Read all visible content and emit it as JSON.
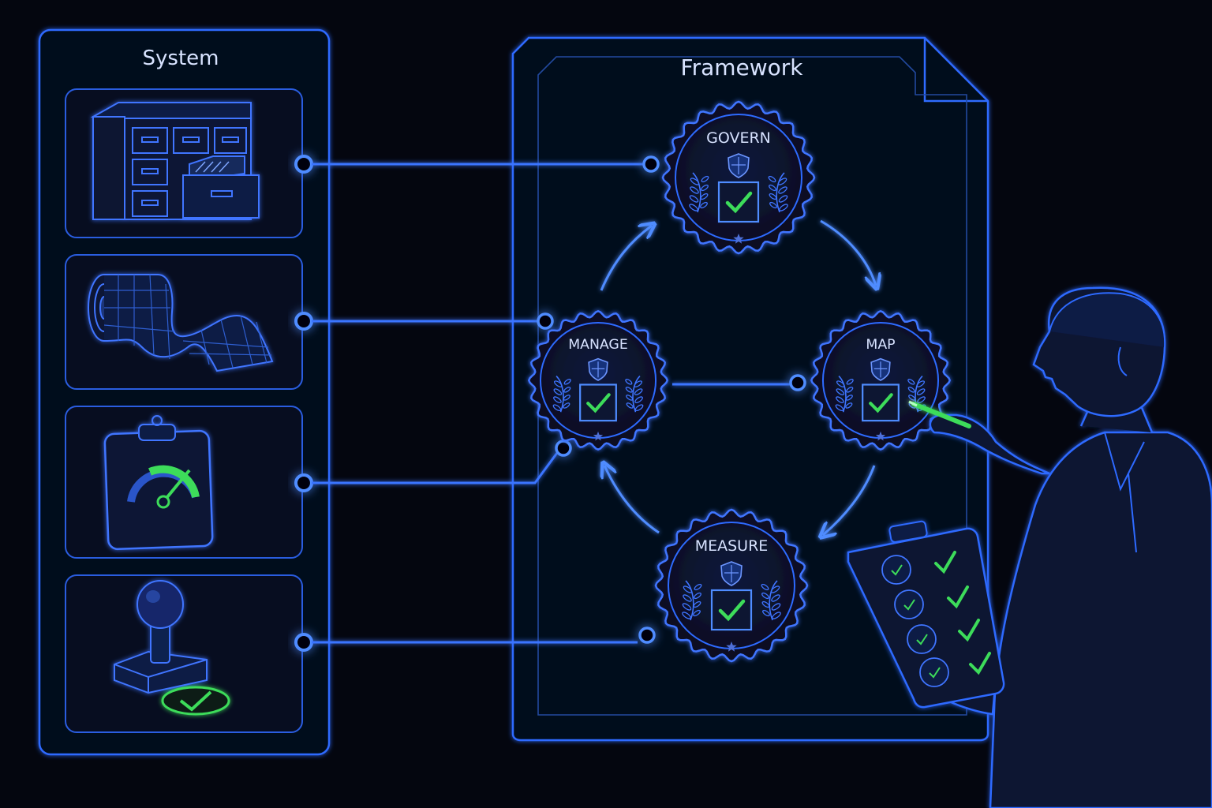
{
  "colors": {
    "background": "#04060f",
    "line": "#2f6bff",
    "glow": "#4f8cff",
    "panel": "#0a1124",
    "check": "#3ddc5a",
    "text": "#d8e3ff"
  },
  "system": {
    "title": "System",
    "items": [
      {
        "icon": "filing-cabinet-icon"
      },
      {
        "icon": "data-tape-roll-icon"
      },
      {
        "icon": "gauge-clipboard-icon"
      },
      {
        "icon": "approval-stamp-icon"
      }
    ]
  },
  "framework": {
    "title": "Framework",
    "functions": [
      {
        "key": "govern",
        "label": "GOVERN"
      },
      {
        "key": "map",
        "label": "MAP"
      },
      {
        "key": "measure",
        "label": "MEASURE"
      },
      {
        "key": "manage",
        "label": "MANAGE"
      }
    ]
  },
  "figure": {
    "description_icon": "person-reviewing-checklist-icon"
  }
}
